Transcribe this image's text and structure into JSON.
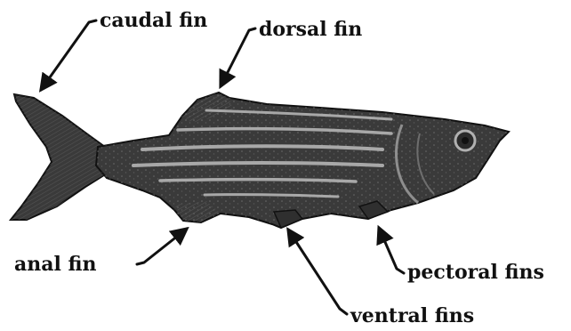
{
  "labels": {
    "caudal": "caudal fin",
    "dorsal": "dorsal fin",
    "anal": "anal fin",
    "ventral": "ventral fins",
    "pectoral": "pectoral fins"
  },
  "colors": {
    "background": "#ffffff",
    "fish_body": "#3a3a3a",
    "fish_outline": "#111111",
    "stripe": "#a8a8a8",
    "arrow": "#111111",
    "label": "#111111"
  }
}
